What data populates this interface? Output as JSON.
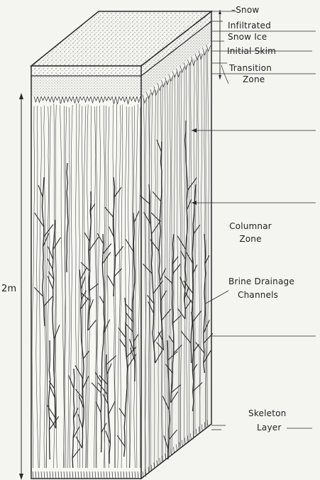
{
  "figure": {
    "colors": {
      "ink": "#2a2a2a",
      "paper": "#f4f4f1",
      "stipple": "#555555"
    },
    "labels": {
      "snow": "Snow",
      "infiltrated": "Infiltrated",
      "snow_ice": "Snow Ice",
      "initial_skim": "Initial Skim",
      "transition_line1": "Transition",
      "transition_line2": "Zone",
      "columnar_line1": "Columnar",
      "columnar_line2": "Zone",
      "brine_line1": "Brine Drainage",
      "brine_line2": "Channels",
      "skeleton_line1": "Skeleton",
      "skeleton_line2": "Layer",
      "depth": "2m"
    }
  }
}
